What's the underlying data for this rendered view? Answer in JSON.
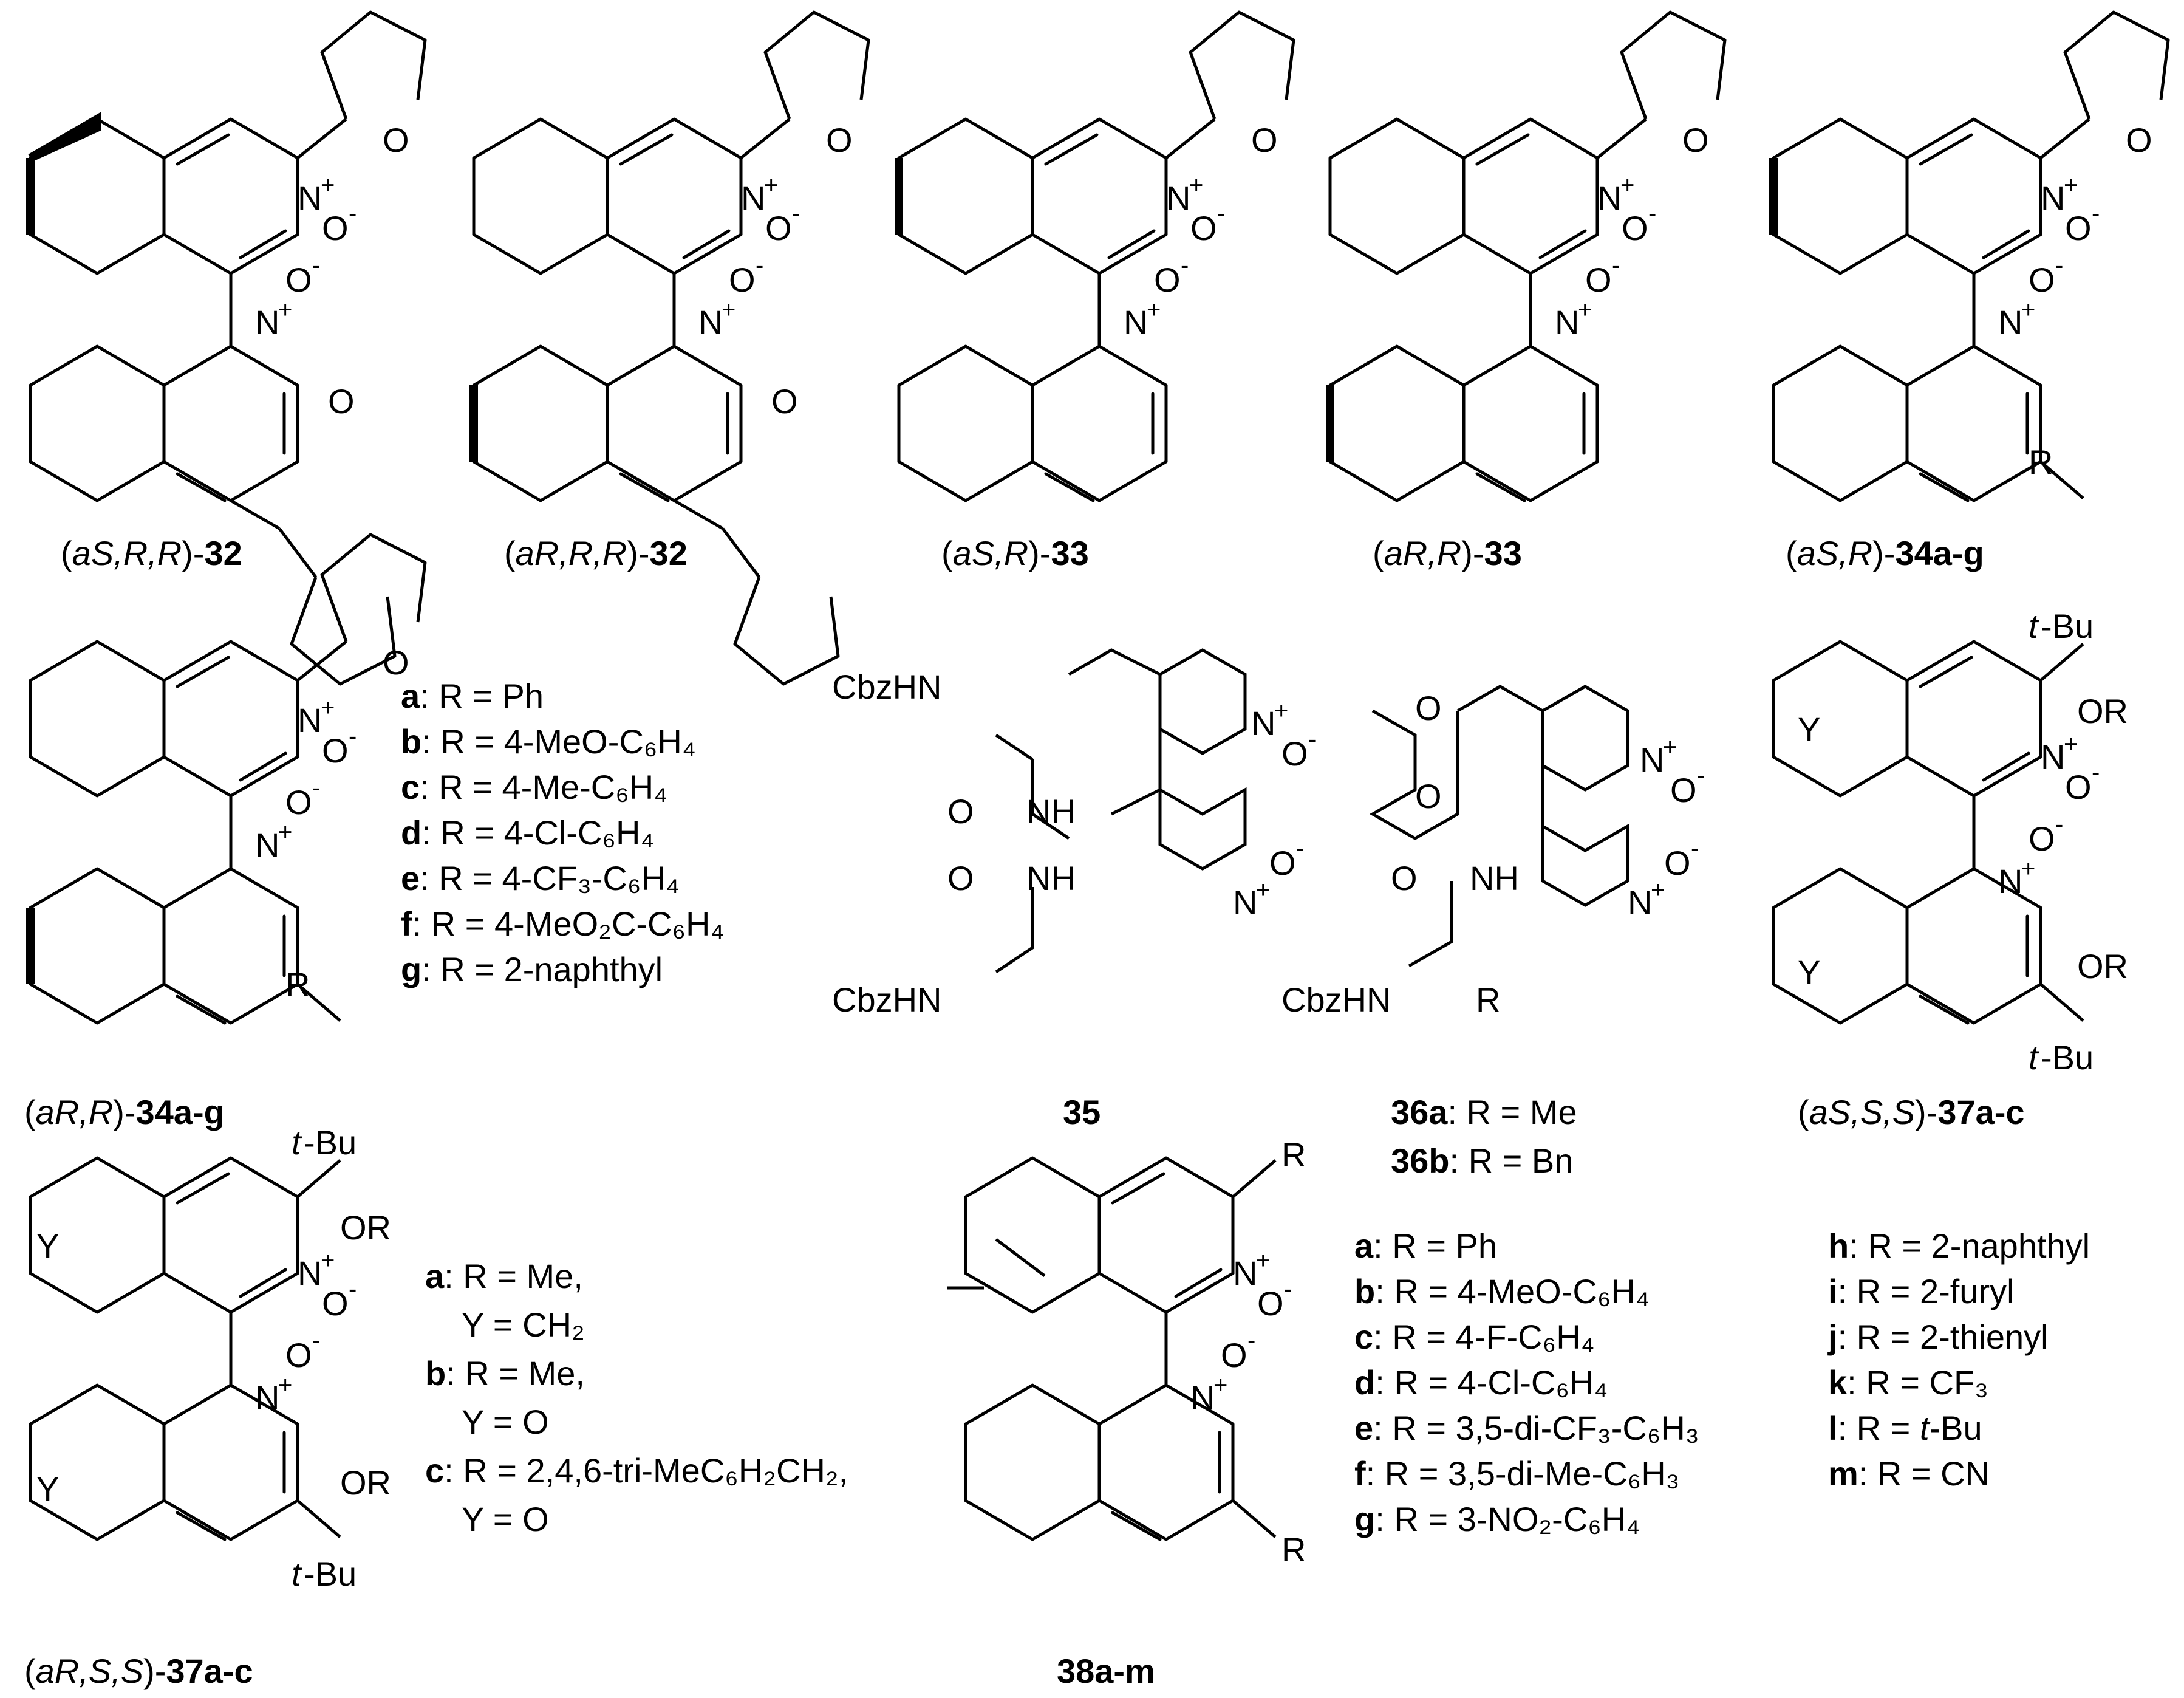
{
  "compound_labels": {
    "c32_aS": {
      "pre": "(",
      "stereo": "aS,R,R",
      "post": ")-",
      "num": "32"
    },
    "c32_aR": {
      "pre": "(",
      "stereo": "aR,R,R",
      "post": ")-",
      "num": "32"
    },
    "c33_aS": {
      "pre": "(",
      "stereo": "aS,R",
      "post": ")-",
      "num": "33"
    },
    "c33_aR": {
      "pre": "(",
      "stereo": "aR,R",
      "post": ")-",
      "num": "33"
    },
    "c34_aS": {
      "pre": "(",
      "stereo": "aS,R",
      "post": ")-",
      "num": "34a-g"
    },
    "c34_aR": {
      "pre": "(",
      "stereo": "aR,R",
      "post": ")-",
      "num": "34a-g"
    },
    "c35": {
      "num": "35"
    },
    "c37_aS": {
      "pre": "(",
      "stereo": "aS,S,S",
      "post": ")-",
      "num": "37a-c"
    },
    "c37_aR": {
      "pre": "(",
      "stereo": "aR,S,S",
      "post": ")-",
      "num": "37a-c"
    },
    "c38": {
      "num": "38a-m"
    }
  },
  "atoms": {
    "O": "O",
    "N": "N",
    "plus": "+",
    "minus": "-",
    "R": "R",
    "Y": "Y",
    "OR": "OR",
    "tBu_t": "t",
    "tBu_rest": "-Bu",
    "CbzHN": "CbzHN",
    "NH": "NH"
  },
  "list34": [
    {
      "key": "a",
      "text": ": R = Ph"
    },
    {
      "key": "b",
      "text": ": R = 4-MeO-C₆H₄"
    },
    {
      "key": "c",
      "text": ": R = 4-Me-C₆H₄"
    },
    {
      "key": "d",
      "text": ": R = 4-Cl-C₆H₄"
    },
    {
      "key": "e",
      "text": ": R = 4-CF₃-C₆H₄"
    },
    {
      "key": "f",
      "text": ":  R = 4-MeO₂C-C₆H₄"
    },
    {
      "key": "g",
      "text": ": R = 2-naphthyl"
    }
  ],
  "list36": [
    {
      "num": "36a",
      "text": ": R = Me"
    },
    {
      "num": "36b",
      "text": ": R = Bn"
    }
  ],
  "list37": [
    {
      "key": "a",
      "line1": ": R = Me,",
      "line2": "Y = CH₂"
    },
    {
      "key": "b",
      "line1": ": R = Me,",
      "line2": "Y = O"
    },
    {
      "key": "c",
      "line1": ": R = 2,4,6-tri-MeC₆H₂CH₂,",
      "line2": "Y = O"
    }
  ],
  "list38_left": [
    {
      "key": "a",
      "text": ": R = Ph"
    },
    {
      "key": "b",
      "text": ": R = 4-MeO-C₆H₄"
    },
    {
      "key": "c",
      "text": ": R = 4-F-C₆H₄"
    },
    {
      "key": "d",
      "text": ": R = 4-Cl-C₆H₄"
    },
    {
      "key": "e",
      "text": ": R = 3,5-di-CF₃-C₆H₃"
    },
    {
      "key": "f",
      "text": ":  R = 3,5-di-Me-C₆H₃"
    },
    {
      "key": "g",
      "text": ": R = 3-NO₂-C₆H₄"
    }
  ],
  "list38_right": [
    {
      "key": "h",
      "text": ":  R = 2-naphthyl"
    },
    {
      "key": "i",
      "text": ":   R = 2-furyl"
    },
    {
      "key": "j",
      "text": ":   R = 2-thienyl"
    },
    {
      "key": "k",
      "text": ":  R = CF₃"
    },
    {
      "key": "l",
      "text": ":   R = ",
      "ital": "t",
      "tail": "-Bu"
    },
    {
      "key": "m",
      "text": ": R = CN"
    }
  ]
}
